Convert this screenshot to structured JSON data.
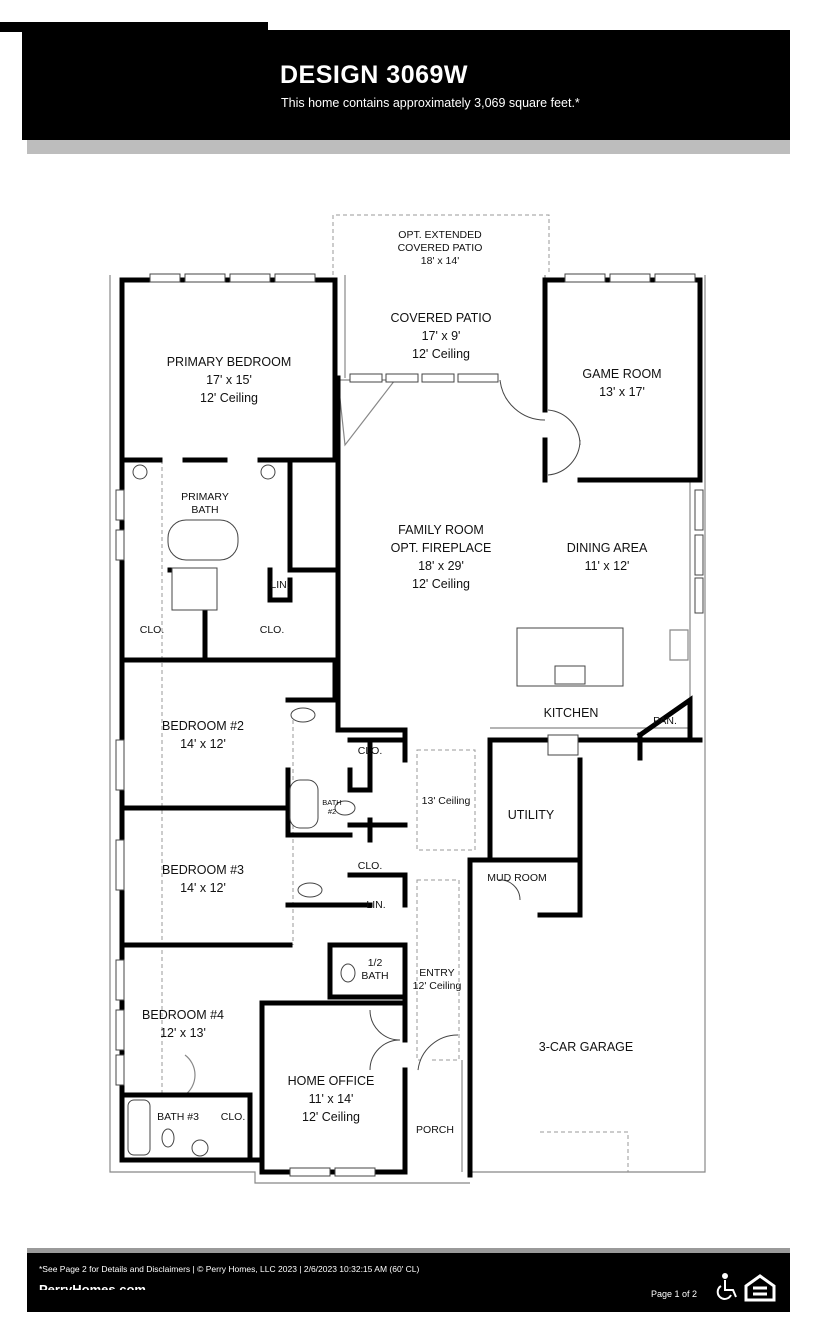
{
  "header": {
    "title": "DESIGN 3069W",
    "subtitle": "This home contains approximately 3,069 square feet.*"
  },
  "rooms": {
    "ext_patio": {
      "name": "OPT. EXTENDED",
      "name2": "COVERED PATIO",
      "size": "18' x 14'"
    },
    "covered_patio": {
      "name": "COVERED PATIO",
      "size": "17' x 9'",
      "ceiling": "12' Ceiling"
    },
    "primary_bedroom": {
      "name": "PRIMARY BEDROOM",
      "size": "17' x 15'",
      "ceiling": "12' Ceiling"
    },
    "game_room": {
      "name": "GAME ROOM",
      "size": "13' x 17'"
    },
    "primary_bath": {
      "name": "PRIMARY",
      "name2": "BATH"
    },
    "family_room": {
      "name": "FAMILY ROOM",
      "option": "OPT. FIREPLACE",
      "size": "18' x 29'",
      "ceiling": "12' Ceiling"
    },
    "dining": {
      "name": "DINING AREA",
      "size": "11' x 12'"
    },
    "lin1": "LIN.",
    "clo1": "CLO.",
    "clo2": "CLO.",
    "kitchen": "KITCHEN",
    "pantry": "PAN.",
    "bedroom2": {
      "name": "BEDROOM #2",
      "size": "14' x 12'"
    },
    "clo3": "CLO.",
    "bath2": {
      "name": "BATH",
      "name2": "#2"
    },
    "hall_ceiling": "13' Ceiling",
    "utility": "UTILITY",
    "bedroom3": {
      "name": "BEDROOM #3",
      "size": "14' x 12'"
    },
    "clo4": "CLO.",
    "lin2": "LIN.",
    "mud_room": "MUD ROOM",
    "half_bath": {
      "name": "1/2",
      "name2": "BATH"
    },
    "entry": {
      "name": "ENTRY",
      "ceiling": "12' Ceiling"
    },
    "bedroom4": {
      "name": "BEDROOM #4",
      "size": "12' x 13'"
    },
    "garage": "3-CAR GARAGE",
    "home_office": {
      "name": "HOME OFFICE",
      "size": "11' x 14'",
      "ceiling": "12' Ceiling"
    },
    "bath3": "BATH #3",
    "clo5": "CLO.",
    "porch": "PORCH"
  },
  "footer": {
    "disclaimer": "*See Page 2 for Details and Disclaimers  |  © Perry Homes, LLC 2023  |  2/6/2023 10:32:15 AM   (60' CL)",
    "website": "PerryHomes.com",
    "page": "Page 1 of 2",
    "icons": [
      "accessibility-icon",
      "equal-housing-icon"
    ]
  }
}
